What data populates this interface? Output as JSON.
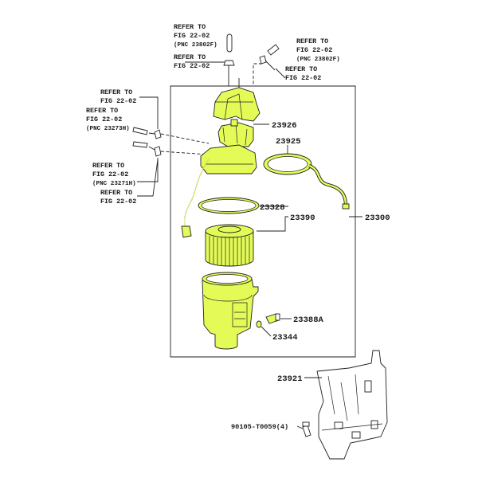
{
  "colors": {
    "highlight": "#e4fb57",
    "line": "#1f1f1f"
  },
  "notes": {
    "n1": {
      "l1": "REFER TO",
      "l2": "FIG 22-02",
      "l3": "(PNC 23802F)"
    },
    "n2": {
      "l1": "REFER TO",
      "l2": "FIG 22-02"
    },
    "n3": {
      "l1": "REFER TO",
      "l2": "FIG 22-02",
      "l3": "(PNC 23802F)"
    },
    "n4": {
      "l1": "REFER TO",
      "l2": "FIG 22-02"
    },
    "n5": {
      "l1": "REFER TO",
      "l2": "FIG 22-02"
    },
    "n6": {
      "l1": "REFER TO",
      "l2": "FIG 22-02",
      "l3": "(PNC 23273H)"
    },
    "n7": {
      "l1": "REFER TO",
      "l2": "FIG 22-02",
      "l3": "(PNC 23271H)"
    },
    "n8": {
      "l1": "REFER TO",
      "l2": "FIG 22-02"
    }
  },
  "parts": {
    "p23926": "23926",
    "p23925": "23925",
    "p23328": "23328",
    "p23390": "23390",
    "p23300": "23300",
    "p23388a": "23388A",
    "p23344": "23344",
    "p23921": "23921",
    "p90105": "90105-T0059(4)"
  }
}
